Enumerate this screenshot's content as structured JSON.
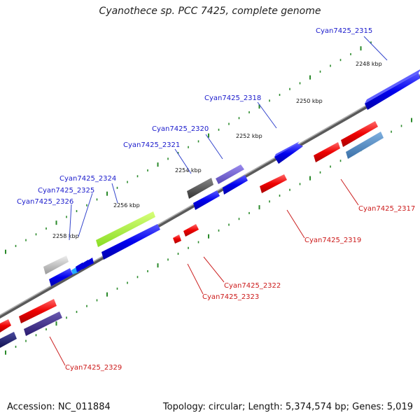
{
  "title": "Cyanothece sp. PCC 7425, complete genome",
  "footer": {
    "accession": "Accession: NC_011884",
    "summary": "Topology: circular; Length: 5,374,574 bp; Genes: 5,019"
  },
  "scale_labels": [
    "2248 kbp",
    "2250 kbp",
    "2252 kbp",
    "2254 kbp",
    "2256 kbp",
    "2258 kbp"
  ],
  "gene_labels": {
    "forward": [
      "Cyan7425_2315",
      "Cyan7425_2318",
      "Cyan7425_2320",
      "Cyan7425_2321",
      "Cyan7425_2324",
      "Cyan7425_2325",
      "Cyan7425_2326"
    ],
    "reverse": [
      "Cyan7425_2317",
      "Cyan7425_2319",
      "Cyan7425_2322",
      "Cyan7425_2323",
      "Cyan7425_2329"
    ]
  },
  "colors": {
    "forward_label": "#1a1acc",
    "reverse_label": "#cc1a1a",
    "backbone": "#808080",
    "tick": "#2a8a2a",
    "leader": "#3344cc",
    "leader_reverse": "#cc2222"
  }
}
